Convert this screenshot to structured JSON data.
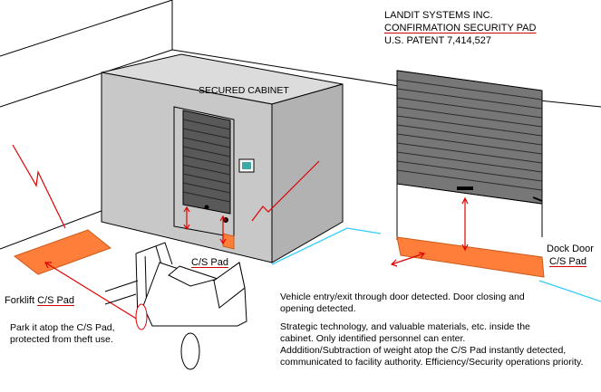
{
  "header": {
    "company": "LANDIT SYSTEMS INC.",
    "product": "CONFIRMATION SECURITY PAD",
    "patent": "U.S. PATENT 7,414,527"
  },
  "labels": {
    "cabinet": "SECURED CABINET",
    "cabinet_pad": "C/S Pad",
    "dock_door": "Dock Door",
    "dock_pad": "C/S Pad",
    "forklift_prefix": "Forklift ",
    "forklift_pad": "C/S Pad"
  },
  "notes": {
    "forklift": [
      "Park it atop the C/S Pad,",
      "protected from theft use."
    ],
    "vehicle": [
      "Vehicle entry/exit through door detected. Door closing and",
      "opening detected."
    ],
    "strategic": [
      "Strategic technology, and valuable materials, etc. inside the",
      "cabinet. Only identified personnel can enter.",
      "Adddition/Subtraction of weight atop the C/S Pad instantly detected,",
      "communicated to facility authority. Efficiency/Security operations priority."
    ]
  },
  "colors": {
    "pad": "#ff7f3a",
    "signal": "#e00000",
    "floor_line": "#33ccff",
    "cabinet_front": "#c8c8c8",
    "cabinet_side": "#b2b2b2",
    "cabinet_top": "#dcdcdc",
    "shutter": "#595959"
  }
}
